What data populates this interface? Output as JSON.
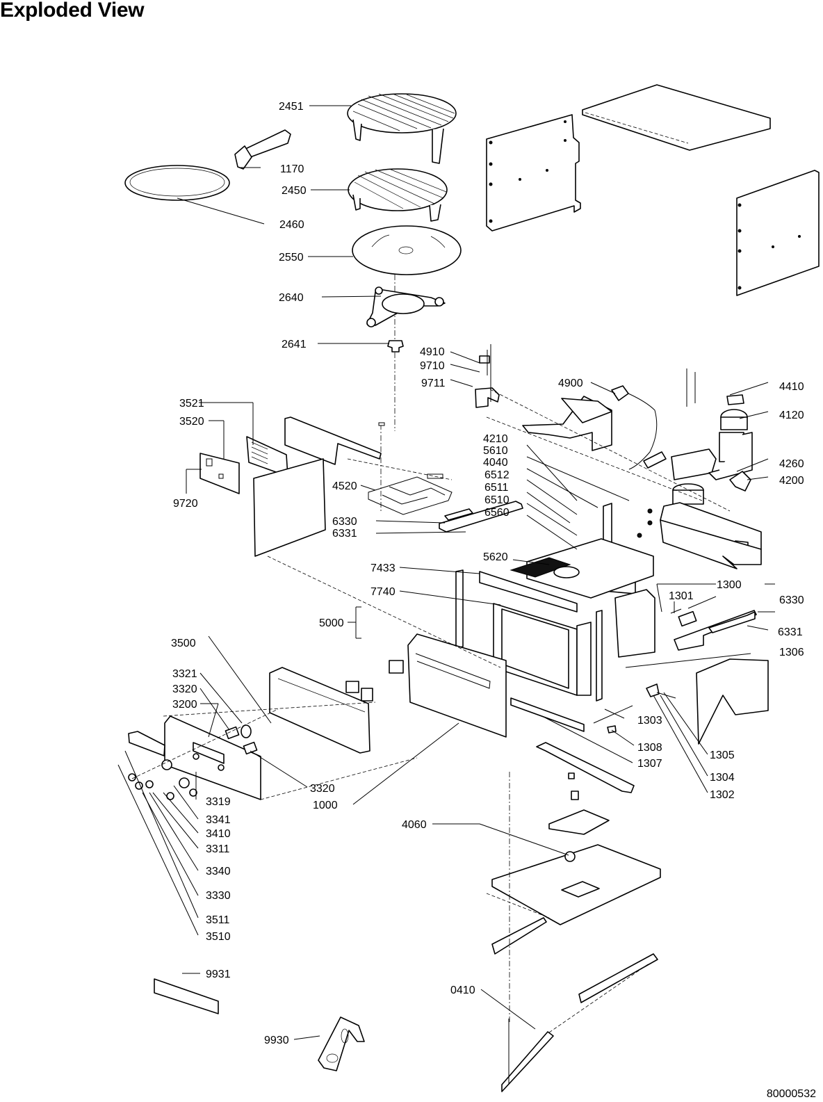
{
  "title": "Exploded View",
  "document_number": "80000532",
  "callouts": {
    "2451": "2451",
    "1170": "1170",
    "2450": "2450",
    "2460": "2460",
    "2550": "2550",
    "2640": "2640",
    "2641": "2641",
    "4910": "4910",
    "9710": "9710",
    "9711": "9711",
    "4900": "4900",
    "4410": "4410",
    "4120": "4120",
    "4260": "4260",
    "4200": "4200",
    "3521": "3521",
    "3520": "3520",
    "9720": "9720",
    "4520": "4520",
    "4210": "4210",
    "5610": "5610",
    "4040": "4040",
    "6512": "6512",
    "6511": "6511",
    "6510": "6510",
    "6560": "6560",
    "6330a": "6330",
    "6331a": "6331",
    "5620": "5620",
    "7433": "7433",
    "7740": "7740",
    "1300": "1300",
    "1301": "1301",
    "6330b": "6330",
    "6331b": "6331",
    "1306": "1306",
    "5000": "5000",
    "3500": "3500",
    "3321": "3321",
    "3320a": "3320",
    "3200": "3200",
    "1303": "1303",
    "1308": "1308",
    "1307": "1307",
    "1305": "1305",
    "1304": "1304",
    "1302": "1302",
    "3320b": "3320",
    "1000": "1000",
    "3319": "3319",
    "3341": "3341",
    "3410": "3410",
    "3311": "3311",
    "3340": "3340",
    "3330": "3330",
    "3511": "3511",
    "3510": "3510",
    "4060": "4060",
    "9931": "9931",
    "0410": "0410",
    "9930": "9930"
  },
  "parts": {
    "top_cover": "top-cover-panel",
    "side_panel_left": "side-panel-left",
    "side_panel_right": "side-panel-right",
    "grill_rack_high": "grill-rack-high",
    "grill_rack_low": "grill-rack-low",
    "crisp_plate": "crisp-plate",
    "turntable": "turntable-glass",
    "roller_ring": "roller-ring",
    "coupler": "turntable-coupler",
    "handle_tool": "plate-handle",
    "grill_element": "grill-heating-element",
    "control_board": "control-pcb",
    "cavity": "oven-cavity",
    "door": "door-assembly",
    "control_panel": "control-panel-front",
    "magnetron": "magnetron",
    "transformer": "hv-transformer",
    "fan_motor": "fan-motor",
    "power_cord": "power-cord",
    "base_plate": "base-plate",
    "foot_rail": "foot-rail",
    "stand": "plate-stand",
    "label_strip": "label-strip"
  }
}
